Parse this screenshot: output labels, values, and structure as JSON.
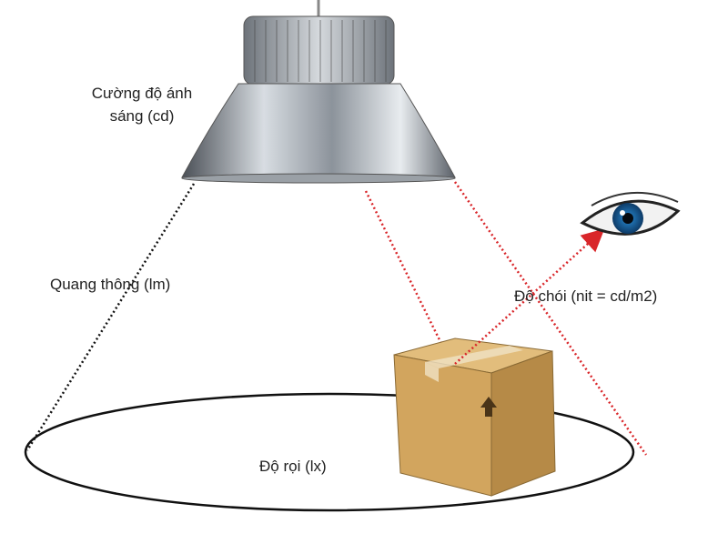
{
  "labels": {
    "intensity_line1": "Cường độ ánh",
    "intensity_line2": "sáng (cd)",
    "flux": "Quang thông (lm)",
    "luminance": "Độ chói (nit = cd/m2)",
    "illuminance": "Độ rọi (lx)"
  },
  "colors": {
    "ray_red": "#d9262a",
    "ray_black": "#111111",
    "box": "#d2a55e"
  }
}
